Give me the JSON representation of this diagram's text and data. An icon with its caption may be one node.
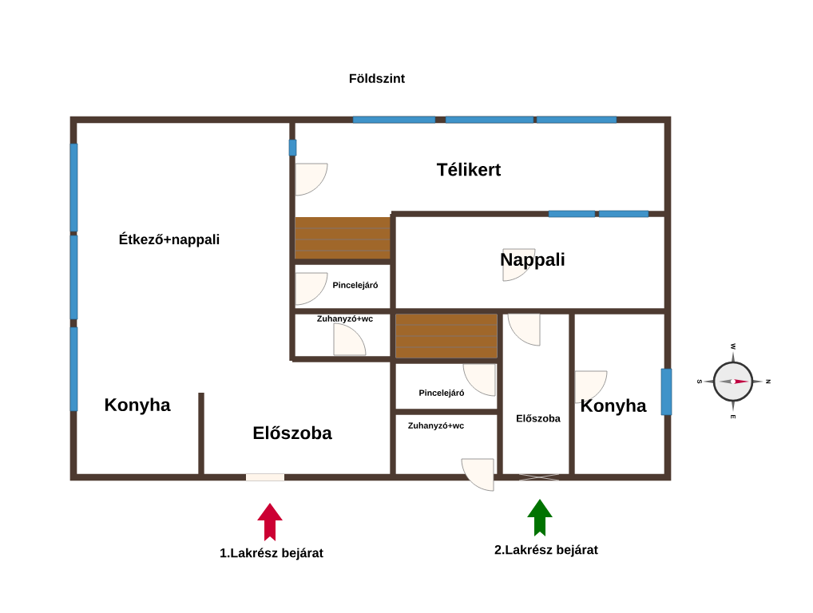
{
  "diagram": {
    "title": "Földszint",
    "labels": [
      "Télikert",
      "Étkező+nappali",
      "Nappali",
      "Pincelejáró",
      "Zuhanyzó+wc",
      "W",
      "S",
      "N",
      "Pincelejáró",
      "Konyha",
      "Konyha",
      "Előszoba",
      "Zuhanyzó+wc",
      "E",
      "Előszoba",
      "1.Lakrész bejárat",
      "2.Lakrész bejárat"
    ]
  }
}
